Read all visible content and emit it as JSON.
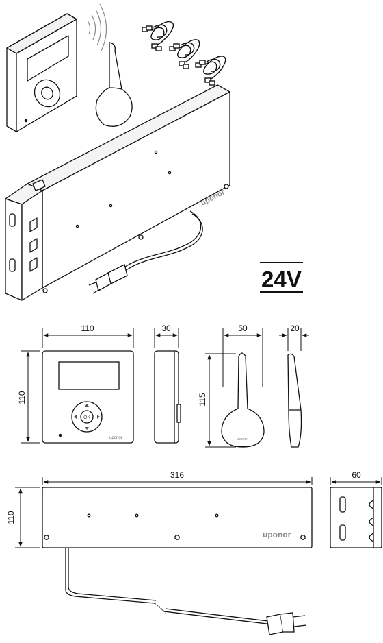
{
  "voltage": {
    "text": "24V"
  },
  "brand": {
    "text": "uponor"
  },
  "ok_label": "OK",
  "dimensions": {
    "thermostat_width": "110",
    "thermostat_height": "110",
    "thermostat_depth": "30",
    "antenna_width": "50",
    "antenna_height": "115",
    "antenna_depth": "20",
    "controller_width": "316",
    "controller_height": "110",
    "controller_depth": "60"
  }
}
